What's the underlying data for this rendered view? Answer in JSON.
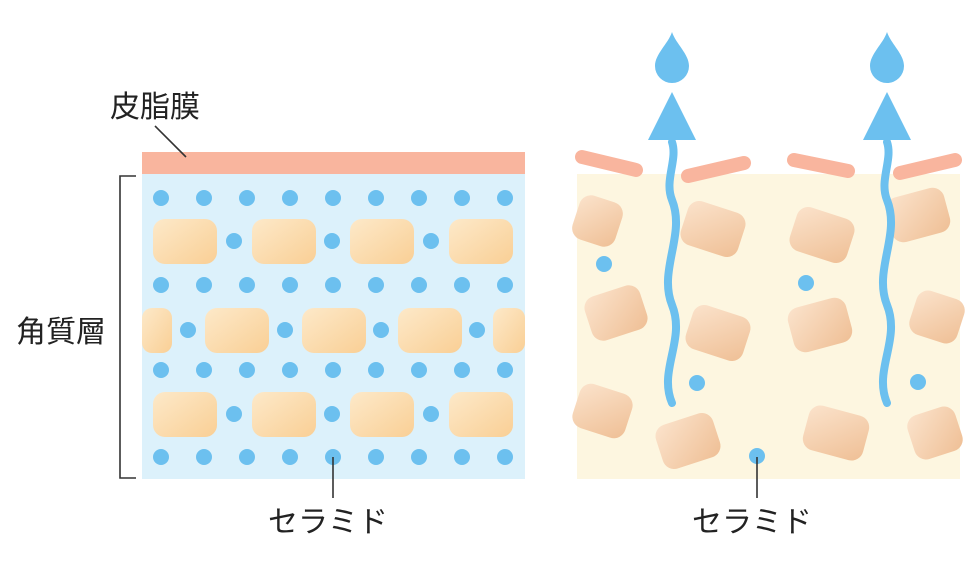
{
  "labels": {
    "sebum_membrane": "皮脂膜",
    "stratum_corneum": "角質層",
    "ceramide_left": "セラミド",
    "ceramide_right": "セラミド"
  },
  "colors": {
    "sebum": "#f9b59e",
    "healthy_layer": "#dcf1fb",
    "damaged_layer": "#fdf6e0",
    "ceramide_dot": "#6cc0ef",
    "cell_fill": "#fbd9a8",
    "damaged_cell": "#f2c49b",
    "moisture": "#6cc0ef",
    "line": "#333333"
  }
}
